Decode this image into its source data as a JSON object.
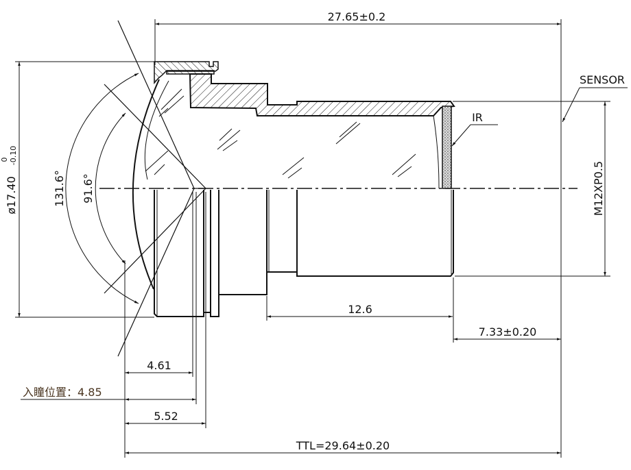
{
  "dimensions": {
    "overall_length": "27.65±0.2",
    "diameter": "ø17.40",
    "diameter_tol_upper": "0",
    "diameter_tol_lower": "-0.10",
    "fov_outer": "131.6°",
    "fov_inner": "91.6°",
    "thread": "M12XP0.5",
    "flange_length": "12.6",
    "back_focal": "7.33±0.20",
    "dim_a": "4.61",
    "entrance_pupil": "入瞳位置：4.85",
    "dim_b": "5.52",
    "ttl": "TTL=29.64±0.20"
  },
  "labels": {
    "sensor": "SENSOR",
    "ir": "IR"
  },
  "colors": {
    "line": "#111111",
    "cn_label": "#4a3520"
  }
}
